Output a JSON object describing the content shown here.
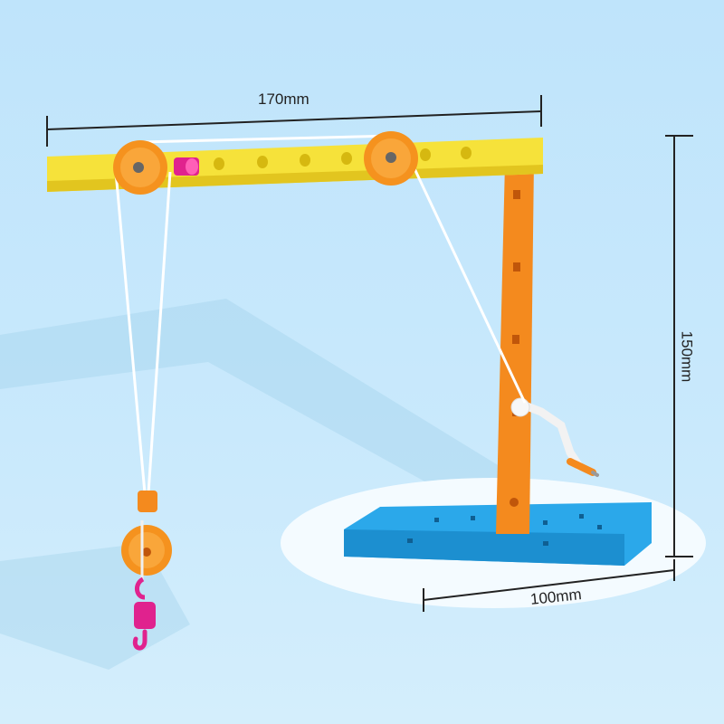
{
  "image": {
    "subject": "toy crane model",
    "colors": {
      "background": "#c4e7fb",
      "beam": "#f6e23a",
      "mast": "#f48a1e",
      "base": "#2ba8ea",
      "pulley": "#f5921e",
      "hook": "#e0228e",
      "rope": "#ffffff"
    }
  },
  "dimensions": {
    "width_label": "170mm",
    "height_label": "150mm",
    "base_label": "100mm"
  }
}
